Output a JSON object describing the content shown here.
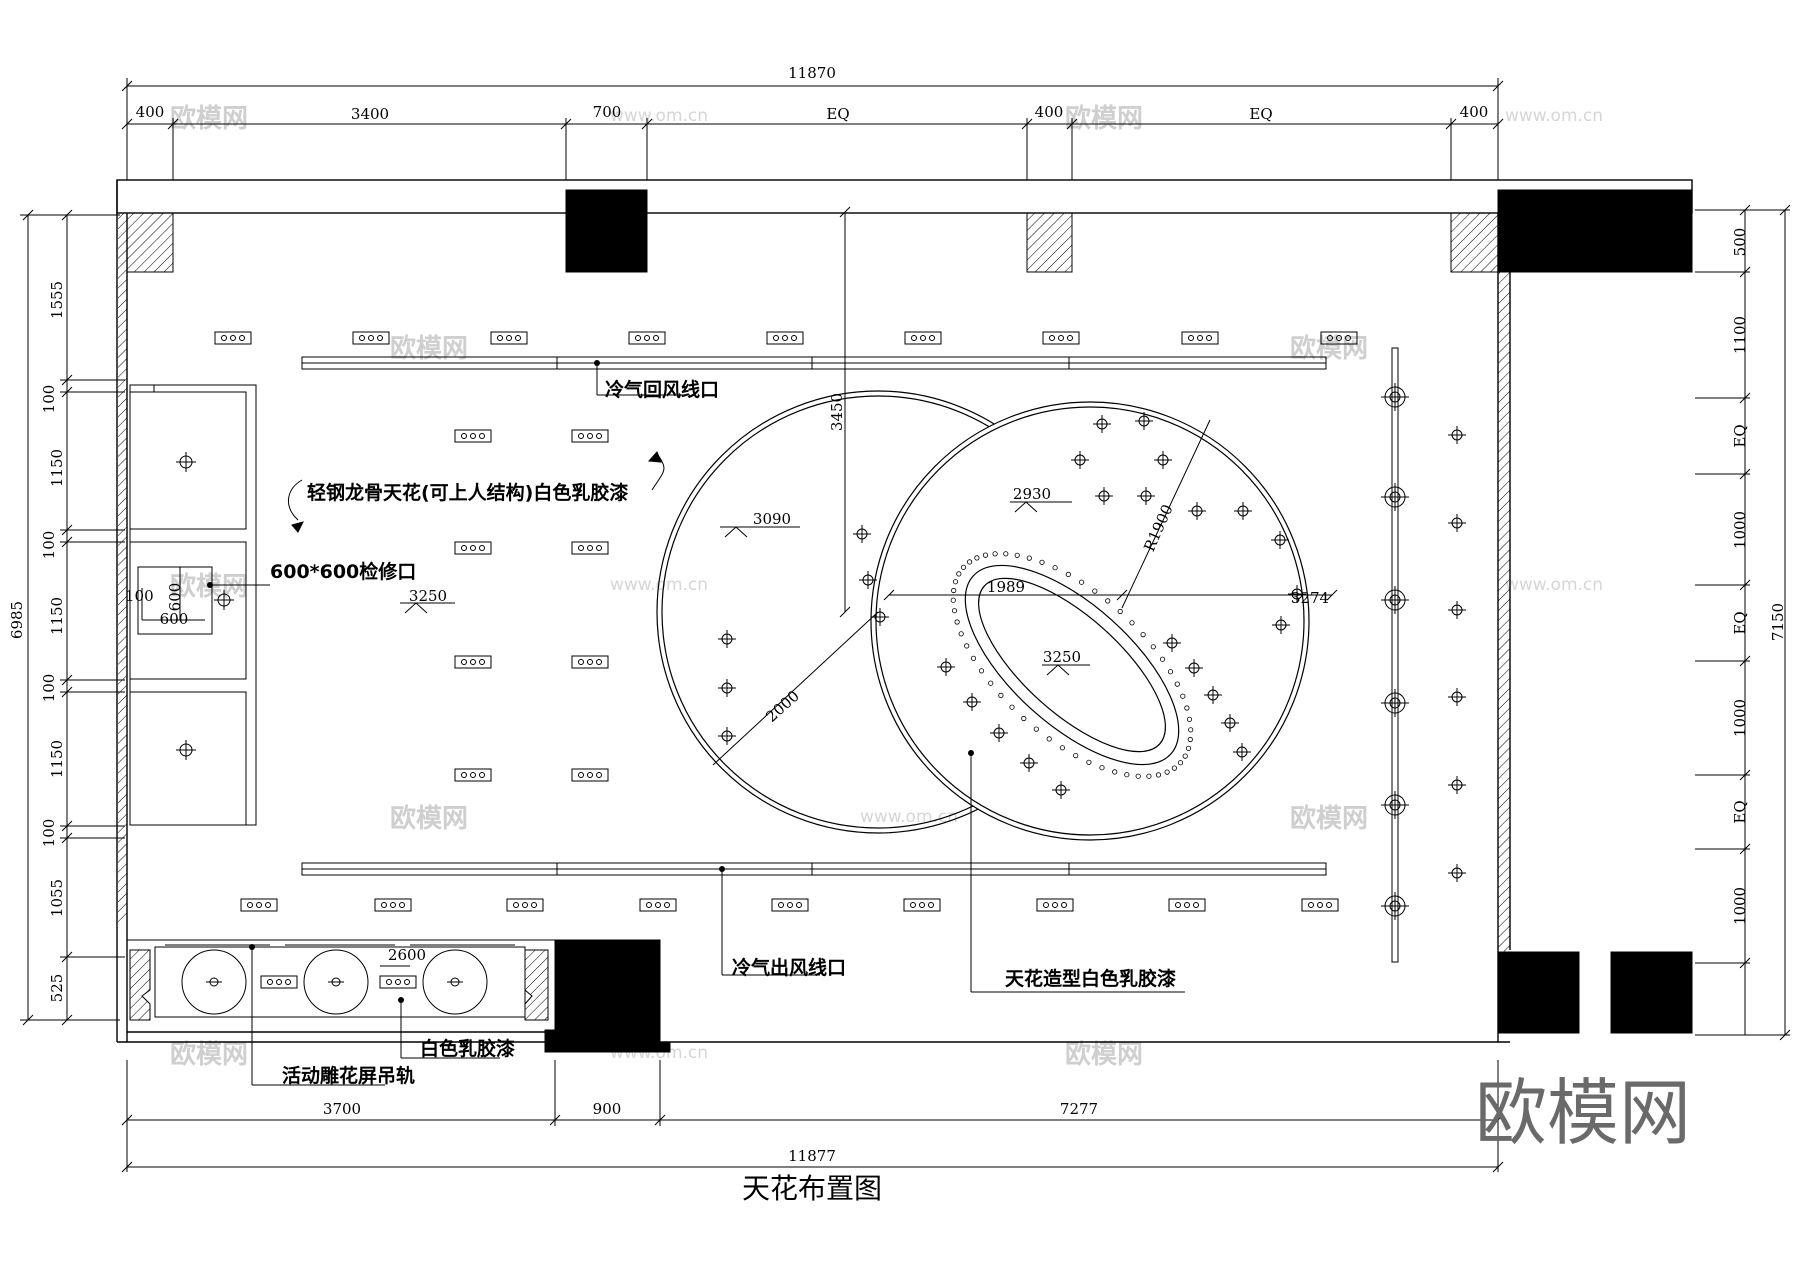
{
  "drawing": {
    "title": "天花布置图",
    "brand": "欧模网",
    "watermark": "欧模网",
    "watermark_url": "www.om.cn"
  },
  "dimensions": {
    "top_total": "11870",
    "top_segments": [
      "400",
      "3400",
      "700",
      "EQ",
      "400",
      "EQ",
      "400"
    ],
    "bottom_total": "11877",
    "bottom_segments": [
      "3700",
      "900",
      "7277"
    ],
    "left_total": "6985",
    "left_segments": [
      "1555",
      "100",
      "1150",
      "100",
      "1150",
      "100",
      "1150",
      "100",
      "1055",
      "525"
    ],
    "right_total": "7150",
    "right_segments": [
      "500",
      "1100",
      "EQ",
      "1000",
      "EQ",
      "1000",
      "EQ",
      "1000"
    ],
    "inner": {
      "h3450": "3450",
      "r1900": "R1900",
      "d2000": "2000",
      "d1989": "1989",
      "d3274": "3274",
      "sq600a": "600",
      "sq600b": "600",
      "sq100": "100"
    }
  },
  "levels": {
    "main": "3250",
    "circle_left": "3090",
    "circle_right": "2930",
    "ellipse": "3250",
    "bottom_strip": "2600"
  },
  "annotations": {
    "ceiling_note": "轻钢龙骨天花(可上人结构)白色乳胶漆",
    "access_panel": "600*600检修口",
    "return_air": "冷气回风线口",
    "supply_air": "冷气出风线口",
    "feature_ceiling": "天花造型白色乳胶漆",
    "white_paint": "白色乳胶漆",
    "screen_track": "活动雕花屏吊轨"
  }
}
